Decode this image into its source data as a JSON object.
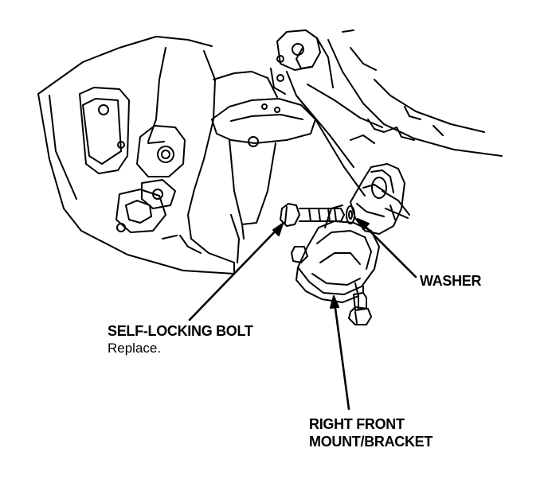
{
  "labels": {
    "washer": "WASHER",
    "bolt_title": "SELF-LOCKING BOLT",
    "bolt_note": "Replace.",
    "bracket_line1": "RIGHT FRONT",
    "bracket_line2": "MOUNT/BRACKET"
  },
  "colors": {
    "line": "#000000",
    "background": "#ffffff"
  }
}
